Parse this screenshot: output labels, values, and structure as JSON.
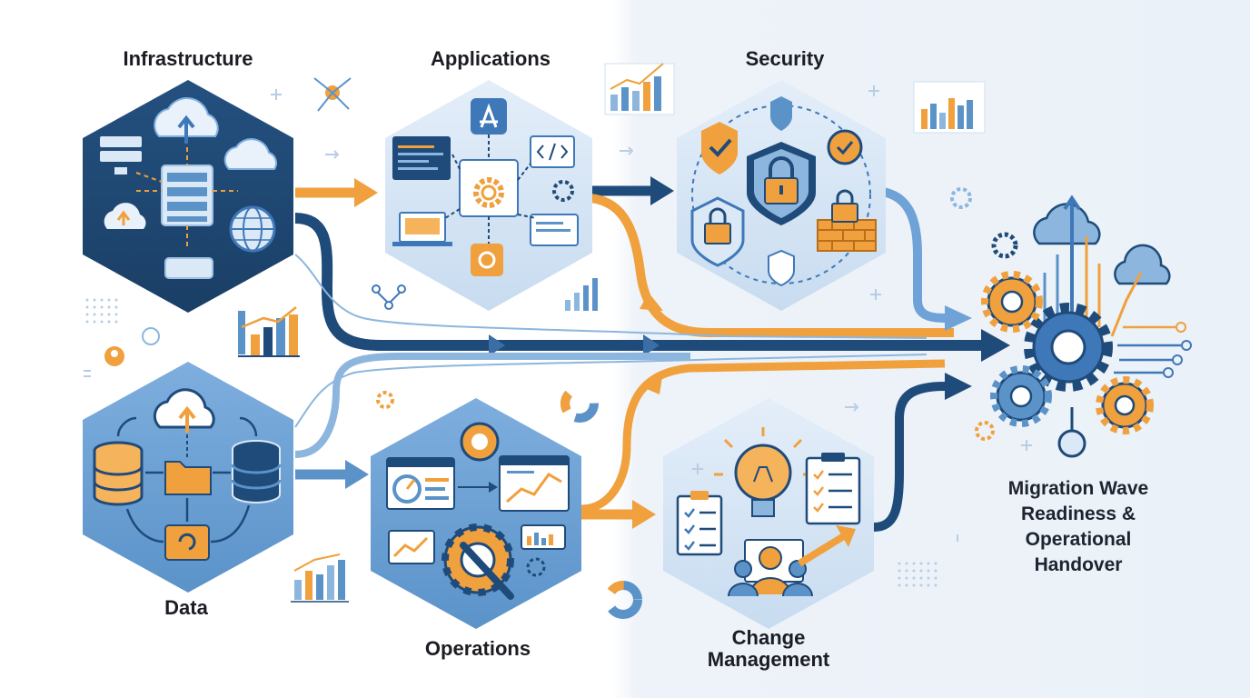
{
  "stages": {
    "infrastructure": {
      "label": "Infrastructure"
    },
    "applications": {
      "label": "Applications"
    },
    "security": {
      "label": "Security"
    },
    "data": {
      "label": "Data"
    },
    "operations": {
      "label": "Operations"
    },
    "change_management": {
      "label_line1": "Change",
      "label_line2": "Management"
    }
  },
  "outcome": {
    "label_line1": "Migration Wave",
    "label_line2": "Readiness &",
    "label_line3": "Operational",
    "label_line4": "Handover"
  },
  "icons": {
    "infrastructure": [
      "cloud-upload-icon",
      "server-rack-icon",
      "globe-icon",
      "network-icon",
      "storage-device-icon"
    ],
    "applications": [
      "app-store-icon",
      "code-window-icon",
      "gear-icon",
      "laptop-icon"
    ],
    "security": [
      "shield-check-icon",
      "padlock-icon",
      "firewall-icon"
    ],
    "data": [
      "cloud-sync-icon",
      "database-icon",
      "folder-icon"
    ],
    "operations": [
      "gauge-icon",
      "dashboard-icon",
      "wrench-gear-icon"
    ],
    "change_management": [
      "lightbulb-icon",
      "checklist-icon",
      "team-icon",
      "growth-arrow-icon"
    ],
    "outcome": [
      "gear-cluster-icon",
      "cloud-icon",
      "circuit-icon"
    ]
  },
  "colors": {
    "navy": "#1f4b7a",
    "blue": "#5b93c9",
    "light_blue": "#cfe0f1",
    "orange": "#f0a03c",
    "dark_text": "#1c1c24"
  }
}
